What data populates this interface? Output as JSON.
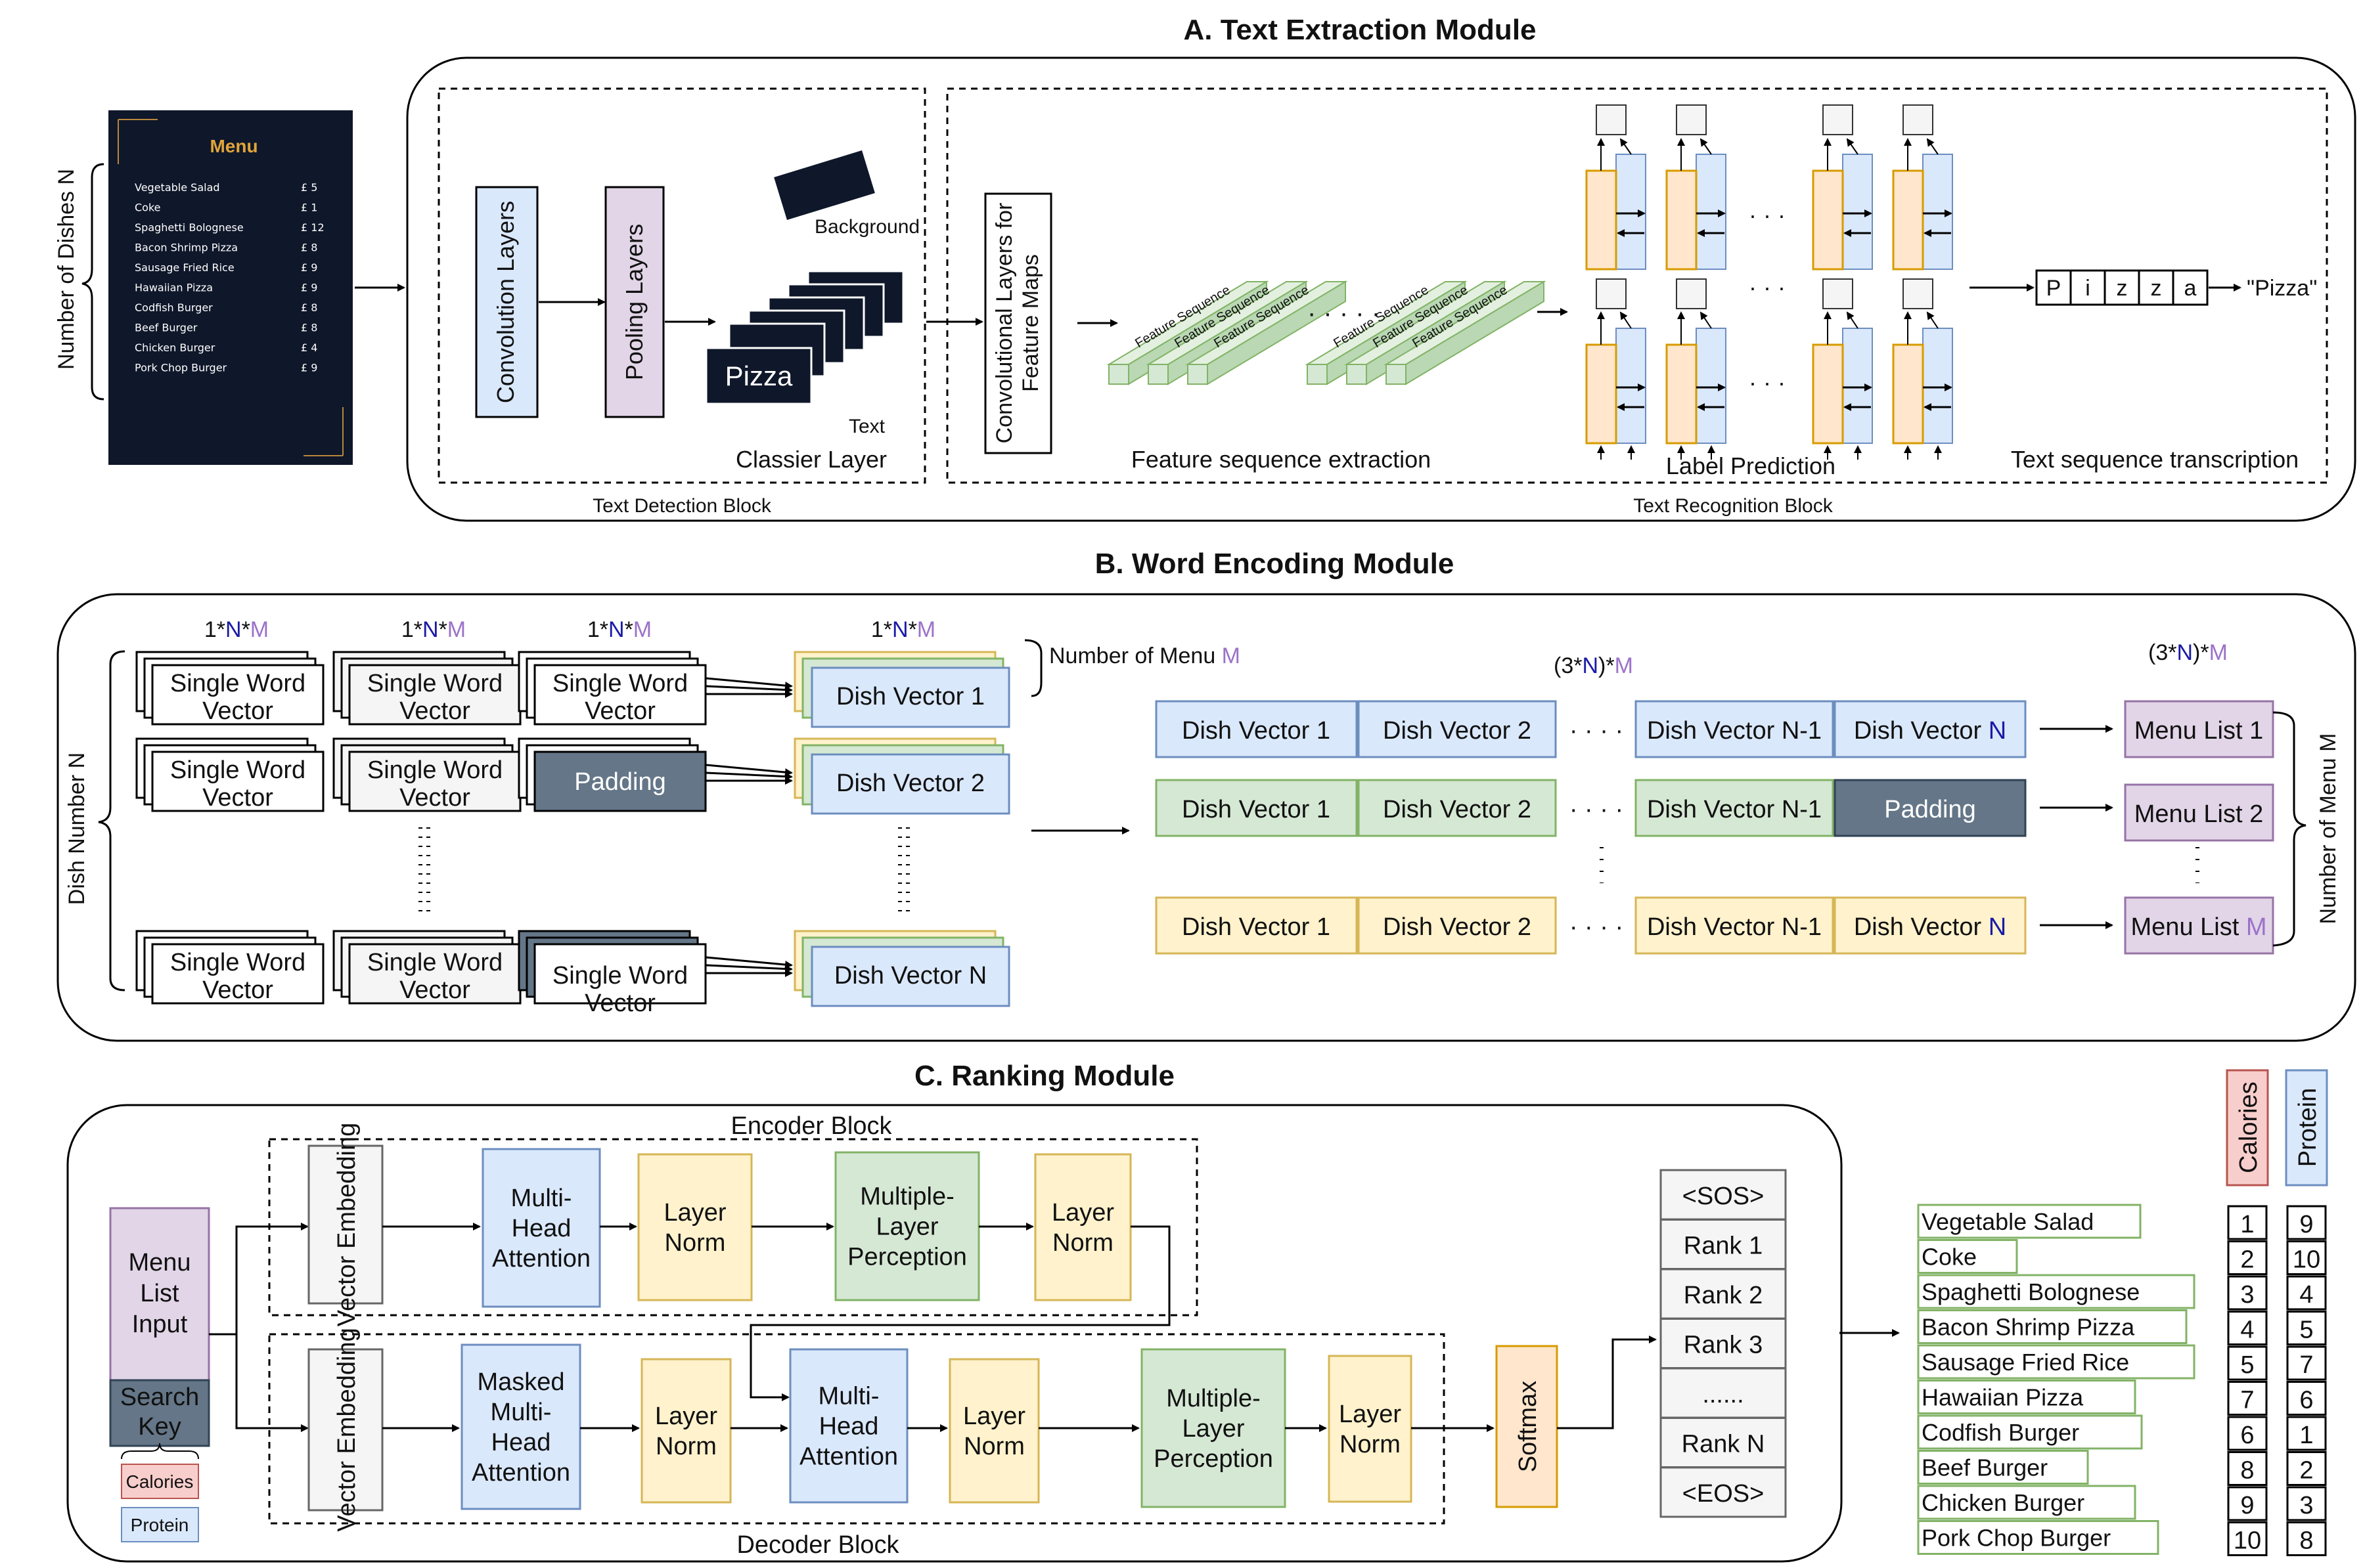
{
  "titles": {
    "a": "A. Text Extraction Module",
    "b": "B. Word Encoding Module",
    "c": "C. Ranking Module"
  },
  "moduleA": {
    "side_label": "Number of Dishes N",
    "menu_title": "Menu",
    "menu_items": [
      {
        "name": "Vegetable Salad",
        "price": "£ 5"
      },
      {
        "name": "Coke",
        "price": "£ 1"
      },
      {
        "name": "Spaghetti Bolognese",
        "price": "£ 12"
      },
      {
        "name": "Bacon Shrimp Pizza",
        "price": "£ 8"
      },
      {
        "name": "Sausage Fried Rice",
        "price": "£ 9"
      },
      {
        "name": "Hawaiian Pizza",
        "price": "£ 9"
      },
      {
        "name": "Codfish Burger",
        "price": "£ 8"
      },
      {
        "name": "Beef Burger",
        "price": "£ 8"
      },
      {
        "name": "Chicken Burger",
        "price": "£ 4"
      },
      {
        "name": "Pork Chop Burger",
        "price": "£ 9"
      }
    ],
    "convolution_layers": "Convolution Layers",
    "pooling_layers": "Pooling Layers",
    "background": "Background",
    "pizza": "Pizza",
    "text": "Text",
    "classier_layer": "Classier Layer",
    "text_detection_block": "Text Detection Block",
    "conv_feature_maps_1": "Convolutional Layers for",
    "conv_feature_maps_2": "Feature Maps",
    "feature_sequence": "Feature Sequence",
    "feature_sequence_extraction": "Feature sequence extraction",
    "label_prediction": "Label Prediction",
    "text_sequence_transcription": "Text sequence transcription",
    "text_recognition_block": "Text Recognition Block",
    "letters": [
      "P",
      "i",
      "z",
      "z",
      "a"
    ],
    "output": "\"Pizza\"",
    "dots": "· · · · ·"
  },
  "moduleB": {
    "dim_1": "1*",
    "dim_n": "N",
    "dim_star": "*",
    "dim_m": "M",
    "number_of_menu": "Number of Menu ",
    "dish_number": "Dish Number N",
    "number_of_menu_m": "Number of Menu M",
    "single_word_vector_1": "Single Word",
    "single_word_vector_2": "Vector",
    "padding": "Padding",
    "dish_vector_1": "Dish Vector 1",
    "dish_vector_2": "Dish Vector 2",
    "dish_vector_n": "Dish Vector N",
    "dish_vector_prefix": "Dish Vector ",
    "dish_vector_n1": "Dish Vector N-1",
    "three_n_m_open": "(3*",
    "three_n_m_close": ")*",
    "menu_list_1": "Menu List 1",
    "menu_list_2": "Menu List 2",
    "menu_list_prefix": "Menu List ",
    "dots": "· · · ·"
  },
  "moduleC": {
    "encoder_block": "Encoder Block",
    "decoder_block": "Decoder Block",
    "menu_list_input_1": "Menu",
    "menu_list_input_2": "List",
    "menu_list_input_3": "Input",
    "search_key_1": "Search",
    "search_key_2": "Key",
    "calories": "Calories",
    "protein": "Protein",
    "vector_embedding": "Vector Embedding",
    "multi_1": "Multi-",
    "head": "Head",
    "attention": "Attention",
    "masked": "Masked",
    "layer": "Layer",
    "norm": "Norm",
    "multiple": "Multiple-",
    "perception": "Perception",
    "softmax": "Softmax",
    "ranks": [
      "<SOS>",
      "Rank 1",
      "Rank 2",
      "Rank 3",
      "......",
      "Rank N",
      "<EOS>"
    ],
    "dishes": [
      "Vegetable Salad",
      "Coke",
      "Spaghetti Bolognese",
      "Bacon Shrimp Pizza",
      "Sausage Fried Rice",
      "Hawaiian Pizza",
      " Codfish Burger",
      "Beef Burger",
      "Chicken Burger",
      "Pork Chop Burger"
    ],
    "calorie_ranks": [
      "1",
      "2",
      "3",
      "4",
      "5",
      "7",
      "6",
      "8",
      "9",
      "10"
    ],
    "protein_ranks": [
      "9",
      "10",
      "4",
      "5",
      "7",
      "6",
      "1",
      "2",
      "3",
      "8"
    ]
  },
  "colors": {
    "blue_fill": "#dae8fc",
    "blue_stroke": "#6c8ebf",
    "purple_fill": "#e1d5e7",
    "purple_stroke": "#9673a6",
    "yellow_fill": "#fff2cc",
    "yellow_stroke": "#d6b656",
    "green_fill": "#d5e8d4",
    "green_stroke": "#82b366",
    "orange_fill": "#ffe6cc",
    "orange_stroke": "#d79b00",
    "red_fill": "#f8cecc",
    "red_stroke": "#b85450",
    "gray_fill": "#f5f5f5",
    "gray_stroke": "#666666",
    "dark_fill": "#647687",
    "navy": "#0f172a",
    "n_color": "#1a1aa6",
    "m_color": "#9b72c9"
  }
}
